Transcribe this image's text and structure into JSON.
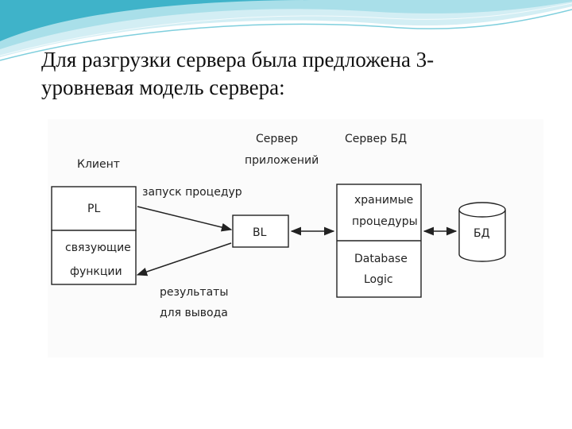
{
  "slide": {
    "title_line1": "Для разгрузки сервера была предложена 3-",
    "title_line2": "уровневая модель сервера:"
  },
  "diagram": {
    "client_label": "Клиент",
    "pl_label": "PL",
    "client_functions_line1": "связующие",
    "client_functions_line2": "функции",
    "launch_label": "запуск процедур",
    "results_line1": "результаты",
    "results_line2": "для вывода",
    "app_server_line1": "Сервер",
    "app_server_line2": "приложений",
    "bl_label": "BL",
    "db_server_label": "Сервер БД",
    "stored_procs_line1": "хранимые",
    "stored_procs_line2": "процедуры",
    "db_logic_line1": "Database",
    "db_logic_line2": "Logic",
    "db_label": "БД"
  },
  "colors": {
    "wave_dark": "#3fb3c9",
    "wave_light": "#a9dfe9",
    "line": "#222222"
  }
}
